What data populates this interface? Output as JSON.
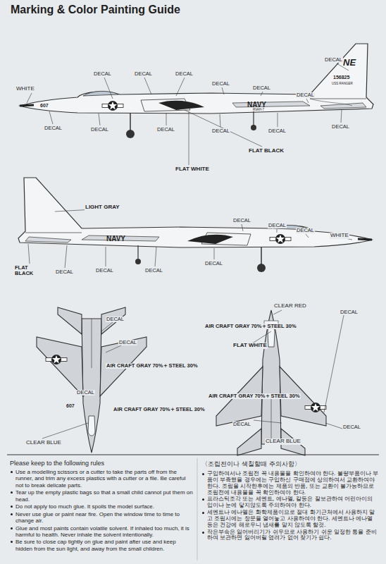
{
  "diagram": {
    "title": "Marking & Color Painting Guide",
    "labels": [
      "WHITE",
      "DECAL",
      "DECAL",
      "DECAL",
      "DECAL",
      "DECAL",
      "DECAL",
      "DECAL",
      "DECAL",
      "DECAL",
      "DECAL",
      "DECAL",
      "DECAL",
      "DECAL",
      "FLAT WHITE",
      "FLAT BLACK",
      "607",
      "NAVY",
      "RVAH-7",
      "NE",
      "156825",
      "USS RANGER",
      "LIGHT GRAY",
      "NAVY",
      "DECAL",
      "DECAL",
      "DECAL",
      "WHITE",
      "FLAT BLACK",
      "DECAL",
      "DECAL",
      "DECAL",
      "DECAL",
      "DECAL",
      "DECAL",
      "AIR CRAFT GRAY 70%＋STEEL 30%",
      "607",
      "DECAL",
      "AIR CRAFT GRAY 70%＋STEEL 30%",
      "CLEAR BLUE",
      "CLEAR RED",
      "DECAL",
      "AIR CRAFT GRAY 70%＋STEEL 30%",
      "FLAT WHITE",
      "AIR CRAFT GRAY 70%＋STEEL 30%",
      "DECAL",
      "DECAL",
      "CLEAR BLUE",
      "Please keep to the following rules",
      "Use a modelling scissors or a cutter to take the parts off from the runner, and trim any excess plastics with a cutter or a file. Be careful not to break delicate parts.",
      "Tear up the empty plastic bags so that a small child cannot put them on head.",
      "Do not apply too much glue. It spoils the model surface.",
      "Never use glue or paint near fire. Open the window time to time to change air.",
      "Glue and most paints contain volatile solvent. If inhaled too much, it is harmful to health. Never inhale the solvent intentionally.",
      "Be sure to close cap tightly on glue and paint after use and keep hidden from the sun light, and away from the small children.",
      "〈조립전이나 색칠할때 주의사항〉",
      "구입하여서나 조립전 꼭 내용물을 확인하여야 한다. 불량부품이나 부품이 부족했을 경우에는 구입하신 구매점에 상의하여서 교환하여야 한다. 조립을 시작한후에는 제품의 반품, 또는 교환이 불가능하므로 조립전에 내용물을 꼭 확인하여야 한다.",
      "프라스틱조각 또는 세멘트, 에나멜, 칼등은 잘보관하여 어린아이의 입이나 눈에 닿지않도록 주의하여야 한다.",
      "세멘트나 에나멜은 화학제품이므로 절대 화기근처에서 사용하지 말고 조립시에는 창문을 열어놓고 사용하여야 한다. 세멘트나 에나멜 등은 건강에 해로우니 냄새를 맡지 않도록 할것.",
      "작은부속은 잃어버리기가 쉬우므로 사용하기 쉬운 일정한 통을 준비하여 보관하면 잃어버릴 염려가 없어 찾기가 쉽다."
    ]
  }
}
